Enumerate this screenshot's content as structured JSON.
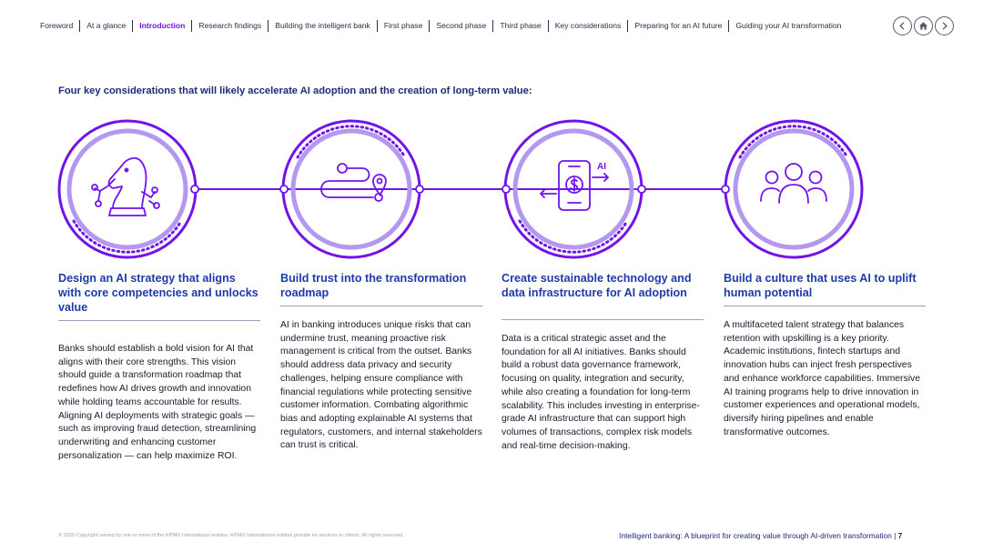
{
  "nav": {
    "items": [
      {
        "label": "Foreword",
        "active": false
      },
      {
        "label": "At a glance",
        "active": false
      },
      {
        "label": "Introduction",
        "active": true
      },
      {
        "label": "Research findings",
        "active": false
      },
      {
        "label": "Building the intelligent bank",
        "active": false
      },
      {
        "label": "First phase",
        "active": false
      },
      {
        "label": "Second phase",
        "active": false
      },
      {
        "label": "Third phase",
        "active": false
      },
      {
        "label": "Key considerations",
        "active": false
      },
      {
        "label": "Preparing for an AI future",
        "active": false
      },
      {
        "label": "Guiding your AI transformation",
        "active": false
      }
    ],
    "buttons": [
      "back-icon",
      "home-icon",
      "forward-icon"
    ]
  },
  "heading": "Four key considerations that will likely accelerate AI adoption and the creation of long-term value:",
  "columns": [
    {
      "icon": "chess-knight-icon",
      "title": "Design an AI strategy that aligns with core competencies and unlocks value",
      "body": "Banks should establish a bold vision for AI that aligns with their core strengths. This vision should guide a transformation roadmap that redefines how AI drives growth and innovation while holding teams accountable for results. Aligning AI deployments with strategic goals — such as improving fraud detection, streamlining underwriting and enhancing customer personalization — can help maximize ROI."
    },
    {
      "icon": "route-pin-icon",
      "title": "Build trust into the transformation roadmap",
      "body": "AI in banking introduces unique risks that can undermine trust, meaning proactive risk management is critical from the outset. Banks should address data privacy and security challenges, helping ensure compliance with financial regulations while protecting sensitive customer information. Combating algorithmic bias and adopting explainable AI systems that regulators, customers, and internal stakeholders can trust is critical."
    },
    {
      "icon": "mobile-payment-icon",
      "title": "Create sustainable technology and data infrastructure for AI adoption",
      "body": "Data is a critical strategic asset and the foundation for all AI initiatives. Banks should build a robust data governance framework, focusing on quality, integration and security, while also creating a foundation for long-term scalability. This includes investing in enterprise-grade AI infrastructure that can support high volumes of transactions, complex risk models and real-time decision-making."
    },
    {
      "icon": "people-group-icon",
      "title": "Build a culture that uses AI to uplift human potential",
      "body": "A multifaceted talent strategy that balances retention with upskilling is a key priority. Academic institutions, fintech startups and innovation hubs can inject fresh perspectives and enhance workforce capabilities. Immersive AI training programs help to drive innovation in customer experiences and operational models, diversify hiring pipelines and enable transformative outcomes."
    }
  ],
  "footer": {
    "copyright": "© 2025 Copyright owned by one or more of the KPMG International entities. KPMG International entities provide no services to clients. All rights reserved.",
    "doc_title": "Intelligent banking: A blueprint for creating value through AI-driven transformation",
    "page_number": "7"
  },
  "colors": {
    "purple": "#7213ea",
    "lavender": "#b497f0",
    "navy": "#1e2a78",
    "blue": "#1e3ba8"
  }
}
